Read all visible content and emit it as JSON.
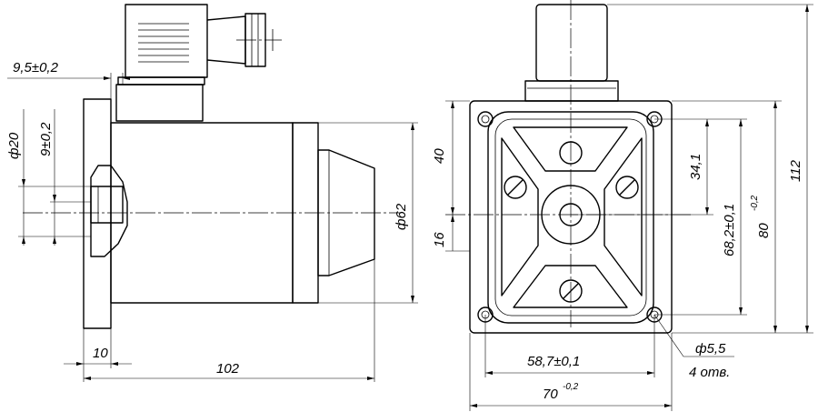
{
  "dimensions": {
    "side_view": {
      "flange_offset": "9,5±0,2",
      "thread_dia": "ф20",
      "hole_offset": "9±0,2",
      "body_dia": "ф62",
      "flange_thickness": "10",
      "overall_length": "102"
    },
    "front_view": {
      "upper_offset": "40",
      "lower_offset": "16",
      "hole_pitch_x": "58,7±0,1",
      "width": "70",
      "width_tol": "-0,2",
      "hole_pitch_y": "34,1",
      "inner_size": "68,2±0,1",
      "flange_size": "80",
      "flange_tol": "-0,2",
      "overall_height": "112",
      "hole_dia": "ф5,5",
      "hole_count": "4 отв."
    }
  }
}
